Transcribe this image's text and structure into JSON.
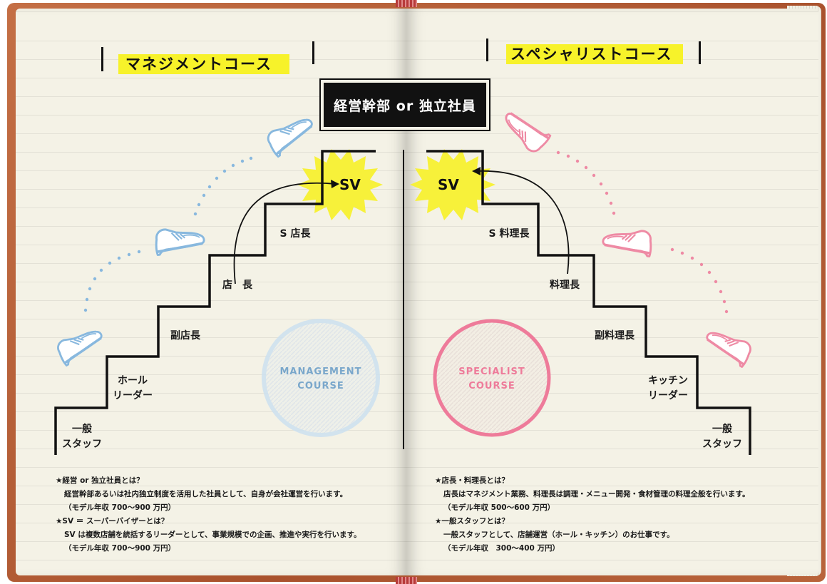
{
  "top_title": "経営幹部 or 独立社員",
  "left": {
    "course_title": "マネジメントコース",
    "steps": [
      "一般\nスタッフ",
      "ホール\nリーダー",
      "副店長",
      "店　長",
      "S 店長"
    ],
    "sv": "SV",
    "circle": "MANAGEMENT\nCOURSE",
    "notes": [
      "★経営 or 独立社員とは？",
      "経営幹部あるいは社内独立制度を活用した社員として、自身が会社運営を行います。",
      "（モデル年収 700～900 万円）",
      "★SV ＝ スーパーバイザーとは？",
      "SV は複数店舗を統括するリーダーとして、事業規模での企画、推進や実行を行います。",
      "（モデル年収 700～900 万円）"
    ]
  },
  "right": {
    "course_title": "スペシャリストコース",
    "steps": [
      "一般\nスタッフ",
      "キッチン\nリーダー",
      "副料理長",
      "料理長",
      "S 料理長"
    ],
    "sv": "SV",
    "circle": "SPECIALIST\nCOURSE",
    "notes": [
      "★店長・料理長とは？",
      "店長はマネジメント業務、料理長は調理・メニュー開発・食材管理の料理全般を行います。",
      "（モデル年収 500～600 万円）",
      "★一般スタッフとは？",
      "一般スタッフとして、店舗運営（ホール・キッチン）のお仕事です。",
      "（モデル年収　300～400 万円）"
    ]
  },
  "colors": {
    "left_accent": "#88b8de",
    "right_accent": "#ee8aa4",
    "highlight": "#f7f22a",
    "burst": "#f7f13a"
  },
  "icons": {
    "shoe": "shoe-icon",
    "burst": "starburst-icon"
  }
}
